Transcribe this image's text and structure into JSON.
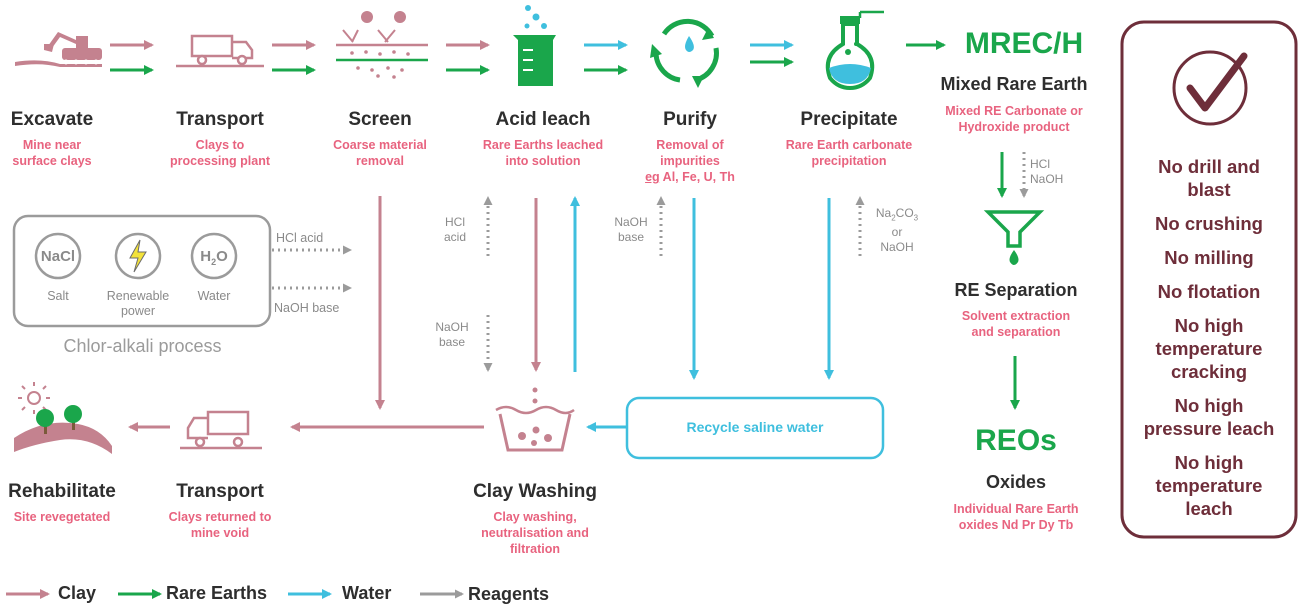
{
  "steps": {
    "excavate": {
      "title": "Excavate",
      "desc": [
        "Mine near",
        "surface clays"
      ]
    },
    "transport1": {
      "title": "Transport",
      "desc": [
        "Clays to",
        "processing plant"
      ]
    },
    "screen": {
      "title": "Screen",
      "desc": [
        "Coarse material",
        "removal"
      ]
    },
    "acid_leach": {
      "title": "Acid leach",
      "desc": [
        "Rare Earths leached",
        "into solution"
      ]
    },
    "purify": {
      "title": "Purify",
      "desc": [
        "Removal of",
        "impurities",
        "eg Al, Fe, U, Th"
      ]
    },
    "precipitate": {
      "title": "Precipitate",
      "desc": [
        "Rare Earth carbonate",
        "precipitation"
      ]
    },
    "mrec": {
      "title": "MREC/H",
      "subtitle": "Mixed Rare Earth",
      "desc": [
        "Mixed RE Carbonate or",
        "Hydroxide product"
      ]
    },
    "re_separation": {
      "title": "RE Separation",
      "desc": [
        "Solvent extraction",
        "and separation"
      ]
    },
    "reos": {
      "title": "REOs",
      "subtitle": "Oxides",
      "desc": [
        "Individual Rare Earth",
        "oxides Nd Pr Dy Tb"
      ]
    },
    "clay_washing": {
      "title": "Clay Washing",
      "desc": [
        "Clay washing,",
        "neutralisation and",
        "filtration"
      ]
    },
    "transport2": {
      "title": "Transport",
      "desc": [
        "Clays returned to",
        "mine void"
      ]
    },
    "rehabilitate": {
      "title": "Rehabilitate",
      "desc": [
        "Site revegetated"
      ]
    }
  },
  "reagents": {
    "hcl_acid_screen": [
      "HCl",
      "acid"
    ],
    "naoh_base_screen": [
      "NaOH",
      "base"
    ],
    "naoh_base_purify": [
      "NaOH",
      "base"
    ],
    "na2co3": [
      "Na2CO3",
      "or",
      "NaOH"
    ],
    "hcl_naoh_mrec": [
      "HCl",
      "NaOH"
    ]
  },
  "chlor_alkali": {
    "title": "Chlor-alkali process",
    "items": [
      {
        "symbol": "NaCl",
        "label": [
          "Salt"
        ]
      },
      {
        "symbol": "lightning-icon",
        "label": [
          "Renewable",
          "power"
        ]
      },
      {
        "symbol": "H2O",
        "label": [
          "Water"
        ]
      }
    ],
    "outputs": [
      "HCl acid",
      "NaOH base"
    ]
  },
  "recycle": {
    "label": "Recycle saline water"
  },
  "benefits": [
    [
      "No drill and",
      "blast"
    ],
    [
      "No crushing"
    ],
    [
      "No milling"
    ],
    [
      "No flotation"
    ],
    [
      "No high",
      "temperature",
      "cracking"
    ],
    [
      "No high",
      "pressure leach"
    ],
    [
      "No high",
      "temperature",
      "leach"
    ]
  ],
  "legend": [
    {
      "label": "Clay",
      "color": "#c4828f"
    },
    {
      "label": "Rare Earths",
      "color": "#1aa64b"
    },
    {
      "label": "Water",
      "color": "#3fbfde"
    },
    {
      "label": "Reagents",
      "color": "#9b9b9b"
    }
  ],
  "colors": {
    "clay": "#c4828f",
    "rare_earth": "#1aa64b",
    "water": "#3fbfde",
    "reagent": "#9b9b9b",
    "accent_pink": "#e8637f",
    "benefit_border": "#6e2e3a"
  }
}
